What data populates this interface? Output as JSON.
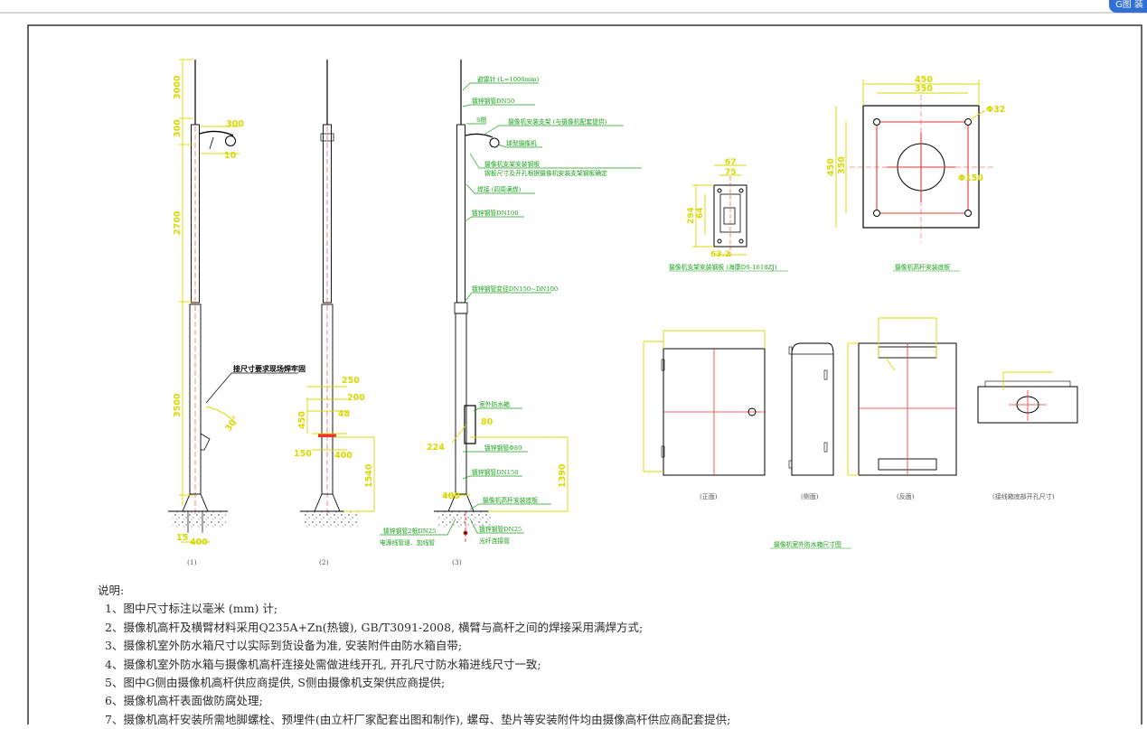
{
  "app": {
    "corner_label": "G图 装"
  },
  "poles": {
    "p1": {
      "caption": "(1)",
      "dims": {
        "top": "3000",
        "arm_rise": "300",
        "arm_len": "300",
        "arm_drop": "10",
        "upper": "2700",
        "lower": "3500",
        "base": "400",
        "base_left": "15",
        "angle": "30°"
      },
      "note": "接尺寸要求现场焊牢固"
    },
    "p2": {
      "caption": "(2)",
      "dims": {
        "a": "250",
        "b": "200",
        "c": "48",
        "d": "450",
        "e": "150",
        "f": "400",
        "total": "1540"
      }
    },
    "p3": {
      "caption": "(3)",
      "dims": {
        "angle": "224",
        "a": "80",
        "base": "400",
        "total": "1390"
      },
      "labels": {
        "lightning": "避雷针 (L=1000mm)",
        "pipe50": "镀锌钢管DN50",
        "s_side": "S侧",
        "cam_bracket": "摄像机安装支架 (与摄像机配套提供)",
        "camera": "球型摄像机",
        "plate": "摄像机支架安装钢板",
        "plate_note": "钢板尺寸及开孔根据摄像机安装支架钢板确定",
        "weld": "焊接 (四周满焊)",
        "pipe100": "镀锌钢管DN100",
        "reducer": "镀锌钢管变径DN150~DN100",
        "box": "室外防水箱",
        "pipe80": "镀锌钢管Φ80",
        "pipe150": "镀锌钢管DN150",
        "flange": "摄像机高杆安装底板",
        "pipe25a": "镀锌钢管2根DN25",
        "pipe25a_note": "电源线管道、加线管",
        "pipe25b": "镀锌钢管DN25",
        "pipe25b_note": "光纤连接管"
      }
    }
  },
  "details": {
    "bracket": {
      "caption": "摄像机支架安装钢板 (海康DS-1618ZJ)",
      "dims": {
        "w1": "67",
        "w2": "75",
        "h1": "294",
        "h2": "64",
        "bot": "63.2"
      }
    },
    "baseplate": {
      "caption": "摄像机高杆安装底板",
      "dims": {
        "w1": "450",
        "w2": "350",
        "h1": "450",
        "h2": "350",
        "hole": "Φ32",
        "center": "Φ150"
      }
    },
    "box_front": "(正面)",
    "box_side": "(侧面)",
    "box_back": "(反面)",
    "box_bottom": "(接线箱底部开孔尺寸)",
    "box_title": "摄像机室外防水箱尺寸图"
  },
  "notes": {
    "title": "说明:",
    "lines": [
      "1、图中尺寸标注以毫米 (mm) 计;",
      "2、摄像机高杆及横臂材料采用Q235A+Zn(热镀), GB/T3091-2008, 横臂与高杆之间的焊接采用满焊方式;",
      "3、摄像机室外防水箱尺寸以实际到货设备为准, 安装附件由防水箱自带;",
      "4、摄像机室外防水箱与摄像机高杆连接处需做进线开孔, 开孔尺寸防水箱进线尺寸一致;",
      "5、图中G侧由摄像机高杆供应商提供, S侧由摄像机支架供应商提供;",
      "6、摄像机高杆表面做防腐处理;",
      "7、摄像机高杆安装所需地脚螺栓、预埋件(由立杆厂家配套出图和制作), 螺母、垫片等安装附件均由摄像高杆供应商配套提供;"
    ]
  }
}
